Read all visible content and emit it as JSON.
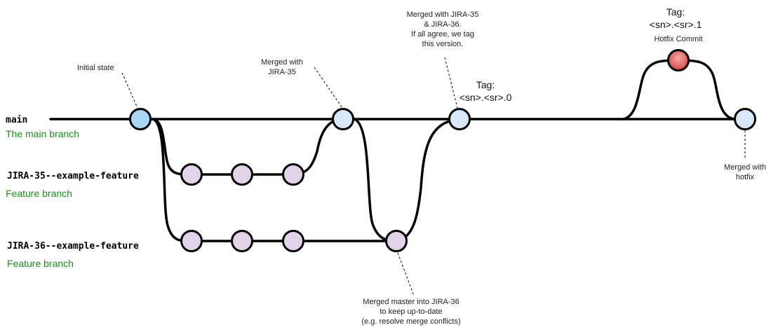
{
  "branches": {
    "main": {
      "name": "main",
      "description": "The main branch"
    },
    "jira35": {
      "name": "JIRA-35--example-feature",
      "description": "Feature branch"
    },
    "jira36": {
      "name": "JIRA-36--example-feature",
      "description": "Feature branch"
    }
  },
  "annotations": {
    "initial_state": "Initial state",
    "merged_jira35": [
      "Merged with",
      "JIRA-35"
    ],
    "merged_jira35_36": [
      "Merged with JIRA-35",
      "& JIRA-36.",
      "If all agree, we tag",
      "this version."
    ],
    "tag_0": [
      "Tag:",
      "<sn>.<sr>.0"
    ],
    "tag_1": [
      "Tag:",
      "<sn>.<sr>.1"
    ],
    "hotfix_commit": "Hotfix Commit",
    "merged_hotfix": [
      "Merged with",
      "hotfix"
    ],
    "merged_master_into_36": [
      "Merged master into JIRA-36",
      "to keep up-to-date",
      "(e.g. resolve merge conflicts)"
    ]
  },
  "colors": {
    "main_commit": "#bfe0f7",
    "main_commit_initial": "#a9d8f5",
    "feature_commit": "#e3d3e9",
    "hotfix_commit": "#e86a6a",
    "description_text": "#1a8f1a"
  },
  "commits": {
    "main": [
      "initial-commit",
      "merge-jira35-commit",
      "tag-0-commit",
      "merge-hotfix-commit"
    ],
    "jira35": [
      "jira35-commit-1",
      "jira35-commit-2",
      "jira35-commit-3"
    ],
    "jira36": [
      "jira36-commit-1",
      "jira36-commit-2",
      "jira36-commit-3",
      "jira36-merge-master-commit"
    ],
    "hotfix": [
      "hotfix-commit"
    ]
  }
}
